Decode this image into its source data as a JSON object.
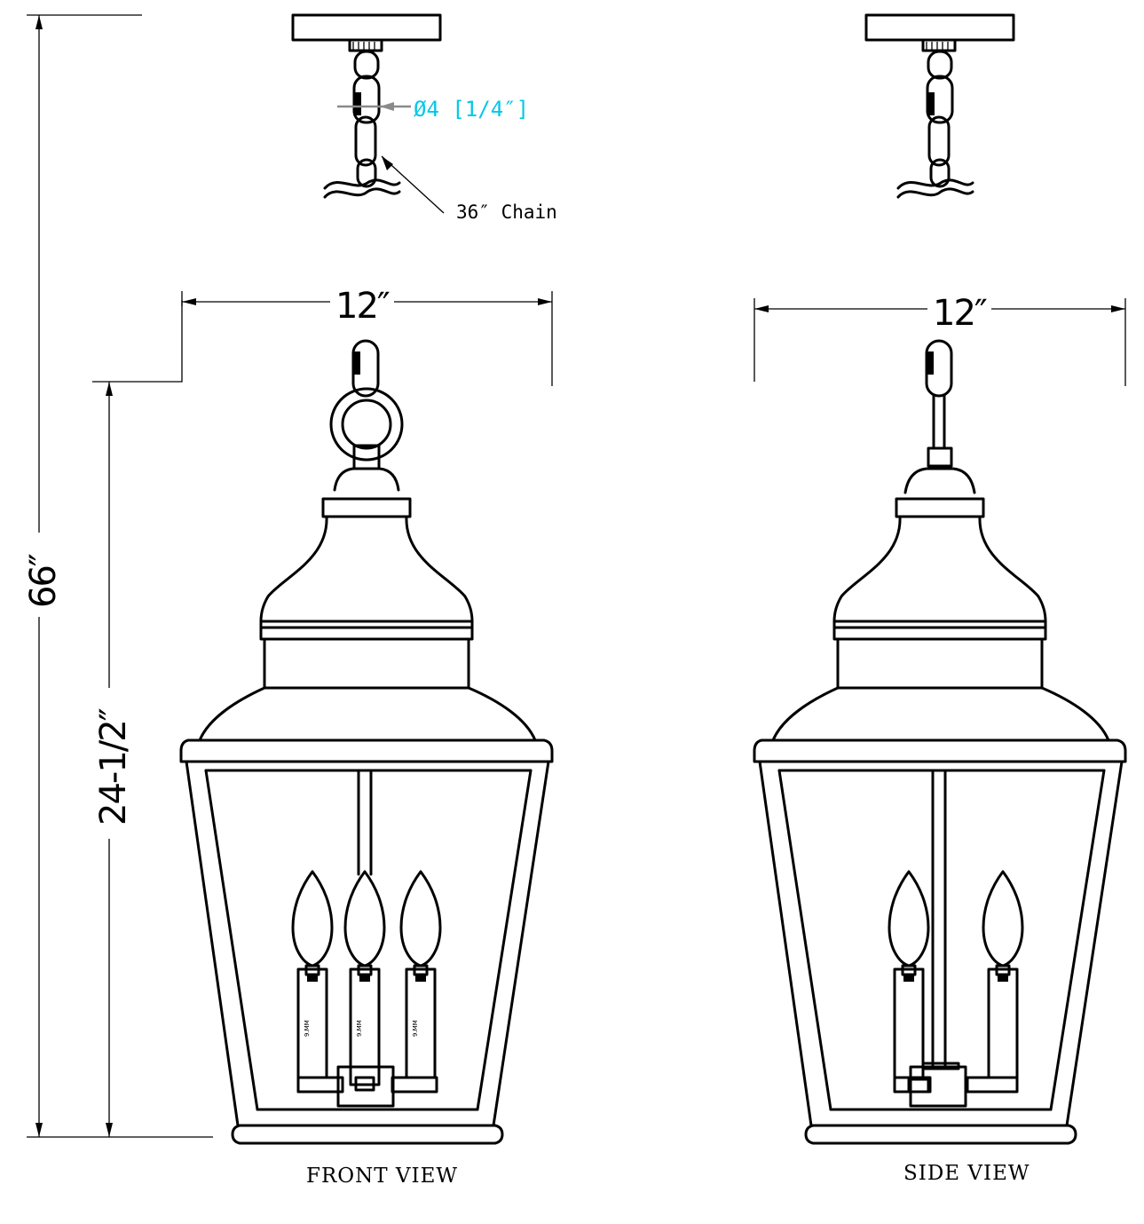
{
  "dimensions": {
    "overall_height": "66″",
    "fixture_height": "24-1/2″",
    "front_width": "12″",
    "side_width": "12″",
    "chain_thickness": "Ø4 [1/4″]",
    "chain_length": "36″ Chain"
  },
  "views": {
    "front": "FRONT VIEW",
    "side": "SIDE VIEW"
  },
  "candle_marking": "9.MM",
  "colors": {
    "line": "#000000",
    "chain_callout": "#00c8e8",
    "leader": "#8a8a8a"
  }
}
